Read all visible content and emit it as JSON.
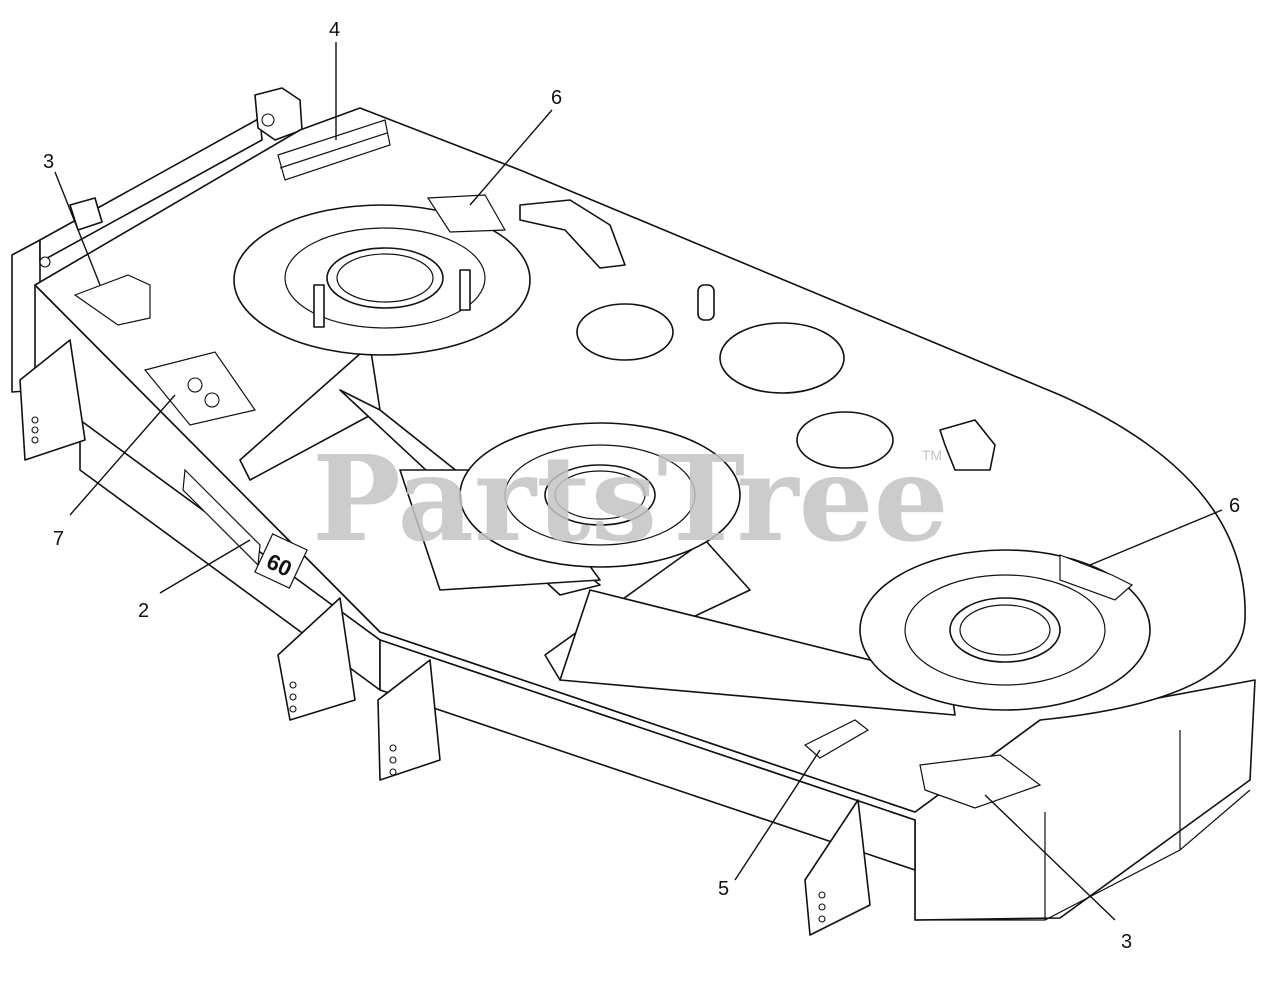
{
  "watermark": {
    "text": "PartsTree",
    "trademark": "TM",
    "color": "#c4c4c4"
  },
  "callouts": [
    {
      "id": "callout-4",
      "label": "4"
    },
    {
      "id": "callout-6-top",
      "label": "6"
    },
    {
      "id": "callout-3-left",
      "label": "3"
    },
    {
      "id": "callout-7",
      "label": "7"
    },
    {
      "id": "callout-2",
      "label": "2"
    },
    {
      "id": "callout-6-right",
      "label": "6"
    },
    {
      "id": "callout-5",
      "label": "5"
    },
    {
      "id": "callout-3-bottom",
      "label": "3"
    }
  ],
  "deck_badge": {
    "size_text": "60"
  },
  "line_color": "#111111"
}
